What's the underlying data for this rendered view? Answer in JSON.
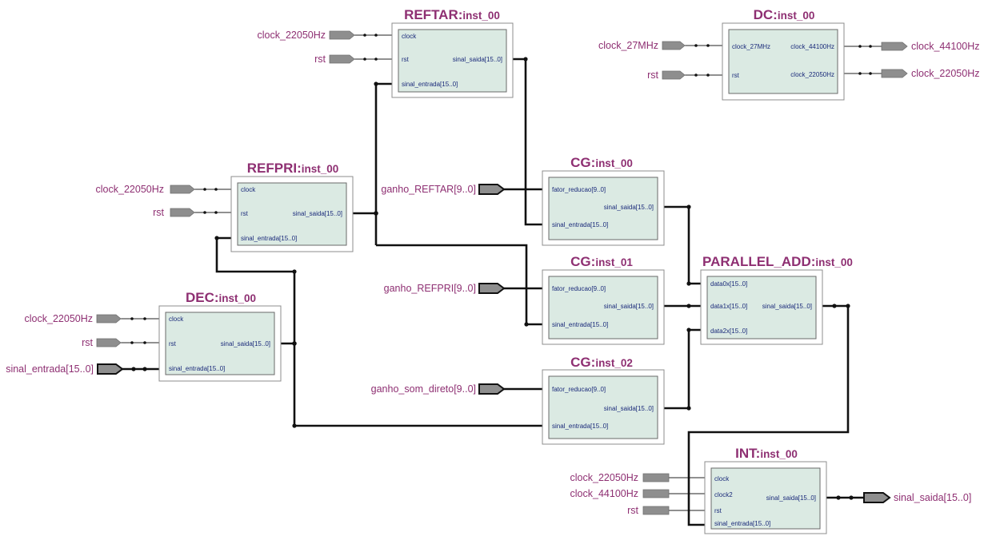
{
  "blocks": {
    "reftar": {
      "title": "REFTAR:",
      "instance": "inst_00",
      "ports": {
        "clock": "clock",
        "rst": "rst",
        "in": "sinal_entrada[15..0]",
        "out": "sinal_saida[15..0]"
      }
    },
    "dc": {
      "title": "DC:",
      "instance": "inst_00",
      "ports": {
        "clock": "clock_27MHz",
        "rst": "rst",
        "out1": "clock_44100Hz",
        "out2": "clock_22050Hz"
      }
    },
    "refpri": {
      "title": "REFPRI:",
      "instance": "inst_00",
      "ports": {
        "clock": "clock",
        "rst": "rst",
        "in": "sinal_entrada[15..0]",
        "out": "sinal_saida[15..0]"
      }
    },
    "cg0": {
      "title": "CG:",
      "instance": "inst_00",
      "ports": {
        "fator": "fator_reducao[9..0]",
        "in": "sinal_entrada[15..0]",
        "out": "sinal_saida[15..0]"
      }
    },
    "cg1": {
      "title": "CG:",
      "instance": "inst_01",
      "ports": {
        "fator": "fator_reducao[9..0]",
        "in": "sinal_entrada[15..0]",
        "out": "sinal_saida[15..0]"
      }
    },
    "cg2": {
      "title": "CG:",
      "instance": "inst_02",
      "ports": {
        "fator": "fator_reducao[9..0]",
        "in": "sinal_entrada[15..0]",
        "out": "sinal_saida[15..0]"
      }
    },
    "padd": {
      "title": "PARALLEL_ADD:",
      "instance": "inst_00",
      "ports": {
        "a": "data0x[15..0]",
        "b": "data1x[15..0]",
        "c": "data2x[15..0]",
        "out": "sinal_saida[15..0]"
      }
    },
    "dec": {
      "title": "DEC:",
      "instance": "inst_00",
      "ports": {
        "clock": "clock",
        "rst": "rst",
        "in": "sinal_entrada[15..0]",
        "out": "sinal_saida[15..0]"
      }
    },
    "int": {
      "title": "INT:",
      "instance": "inst_00",
      "ports": {
        "clock": "clock",
        "clock2": "clock2",
        "rst": "rst",
        "in": "sinal_entrada[15..0]",
        "out": "sinal_saida[15..0]"
      }
    }
  },
  "pins": {
    "reftar_clock": "clock_22050Hz",
    "reftar_rst": "rst",
    "dc_clock": "clock_27MHz",
    "dc_rst": "rst",
    "dc_out1": "clock_44100Hz",
    "dc_out2": "clock_22050Hz",
    "refpri_clock": "clock_22050Hz",
    "refpri_rst": "rst",
    "ganho_reftar": "ganho_REFTAR[9..0]",
    "ganho_refpri": "ganho_REFPRI[9..0]",
    "ganho_som": "ganho_som_direto[9..0]",
    "dec_clock": "clock_22050Hz",
    "dec_rst": "rst",
    "dec_in": "sinal_entrada[15..0]",
    "int_clock": "clock_22050Hz",
    "int_clock2": "clock_44100Hz",
    "int_rst": "rst",
    "int_out": "sinal_saida[15..0]"
  },
  "colors": {
    "label": "#8e2f72",
    "port_text": "#1a2a7a",
    "block_fill": "#dbeae3",
    "pin_fill": "#8e8e8e"
  }
}
